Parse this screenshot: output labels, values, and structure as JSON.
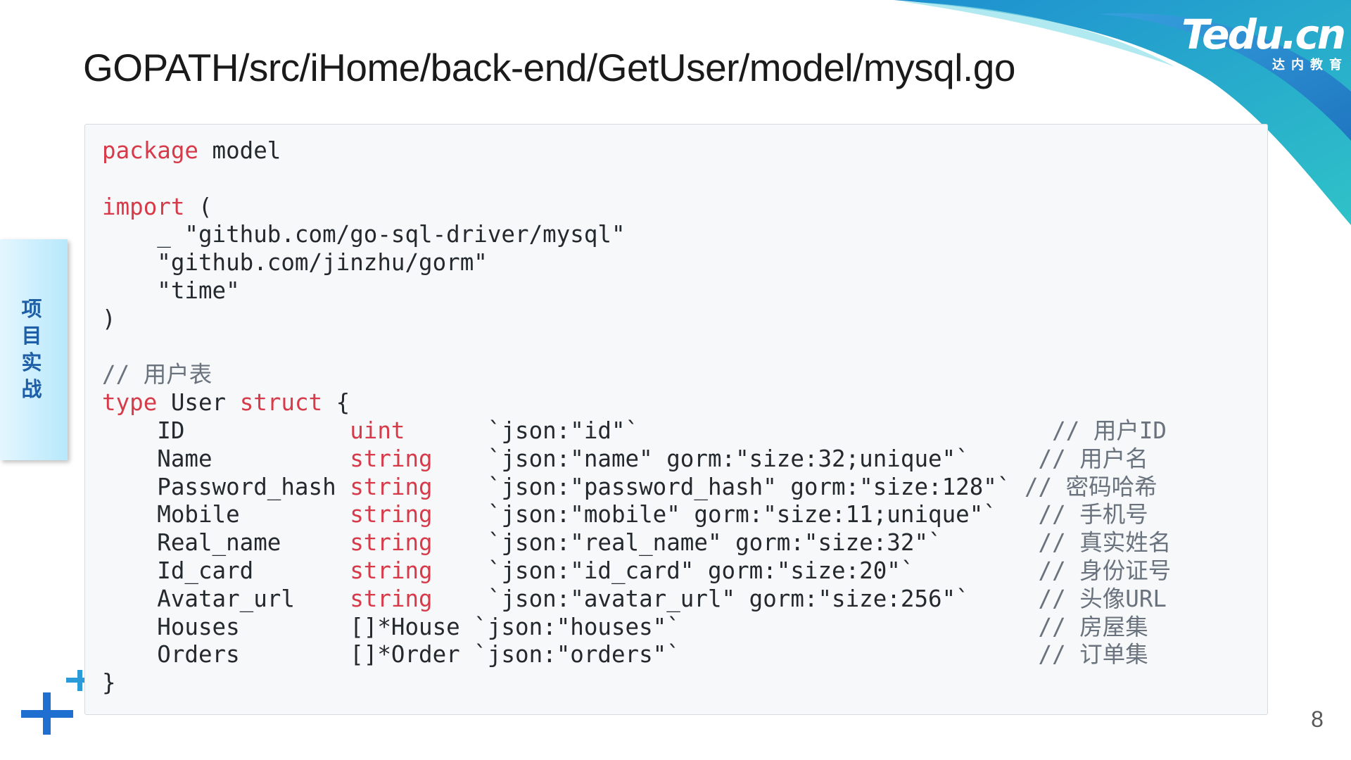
{
  "slide": {
    "title": "GOPATH/src/iHome/back-end/GetUser/model/mysql.go",
    "page_number": "8",
    "side_tab": "项目实战",
    "logo": {
      "main": "Tedu.cn",
      "sub": "达内教育"
    }
  },
  "code": {
    "lines": [
      [
        {
          "t": "package",
          "c": "kw"
        },
        {
          "t": " model",
          "c": "p"
        }
      ],
      [],
      [
        {
          "t": "import",
          "c": "kw"
        },
        {
          "t": " (",
          "c": "p"
        }
      ],
      [
        {
          "t": "    _ \"github.com/go-sql-driver/mysql\"",
          "c": "p"
        }
      ],
      [
        {
          "t": "    \"github.com/jinzhu/gorm\"",
          "c": "p"
        }
      ],
      [
        {
          "t": "    \"time\"",
          "c": "p"
        }
      ],
      [
        {
          "t": ")",
          "c": "p"
        }
      ],
      [],
      [
        {
          "t": "// 用户表",
          "c": "cm"
        }
      ],
      [
        {
          "t": "type",
          "c": "kw"
        },
        {
          "t": " User ",
          "c": "p"
        },
        {
          "t": "struct",
          "c": "kw"
        },
        {
          "t": " {",
          "c": "p"
        }
      ],
      [
        {
          "t": "    ID            ",
          "c": "p"
        },
        {
          "t": "uint     ",
          "c": "ty"
        },
        {
          "t": " `json:\"id\"`                              ",
          "c": "p"
        },
        {
          "t": "// 用户ID",
          "c": "cm"
        }
      ],
      [
        {
          "t": "    Name          ",
          "c": "p"
        },
        {
          "t": "string   ",
          "c": "ty"
        },
        {
          "t": " `json:\"name\" gorm:\"size:32;unique\"`     ",
          "c": "p"
        },
        {
          "t": "// 用户名",
          "c": "cm"
        }
      ],
      [
        {
          "t": "    Password_hash ",
          "c": "p"
        },
        {
          "t": "string   ",
          "c": "ty"
        },
        {
          "t": " `json:\"password_hash\" gorm:\"size:128\"` ",
          "c": "p"
        },
        {
          "t": "// 密码哈希",
          "c": "cm"
        }
      ],
      [
        {
          "t": "    Mobile        ",
          "c": "p"
        },
        {
          "t": "string   ",
          "c": "ty"
        },
        {
          "t": " `json:\"mobile\" gorm:\"size:11;unique\"`   ",
          "c": "p"
        },
        {
          "t": "// 手机号",
          "c": "cm"
        }
      ],
      [
        {
          "t": "    Real_name     ",
          "c": "p"
        },
        {
          "t": "string   ",
          "c": "ty"
        },
        {
          "t": " `json:\"real_name\" gorm:\"size:32\"`       ",
          "c": "p"
        },
        {
          "t": "// 真实姓名",
          "c": "cm"
        }
      ],
      [
        {
          "t": "    Id_card       ",
          "c": "p"
        },
        {
          "t": "string   ",
          "c": "ty"
        },
        {
          "t": " `json:\"id_card\" gorm:\"size:20\"`         ",
          "c": "p"
        },
        {
          "t": "// 身份证号",
          "c": "cm"
        }
      ],
      [
        {
          "t": "    Avatar_url    ",
          "c": "p"
        },
        {
          "t": "string   ",
          "c": "ty"
        },
        {
          "t": " `json:\"avatar_url\" gorm:\"size:256\"`     ",
          "c": "p"
        },
        {
          "t": "// 头像URL",
          "c": "cm"
        }
      ],
      [
        {
          "t": "    Houses        []*House `json:\"houses\"`                          ",
          "c": "p"
        },
        {
          "t": "// 房屋集",
          "c": "cm"
        }
      ],
      [
        {
          "t": "    Orders        []*Order `json:\"orders\"`                          ",
          "c": "p"
        },
        {
          "t": "// 订单集",
          "c": "cm"
        }
      ],
      [
        {
          "t": "}",
          "c": "p"
        }
      ]
    ]
  }
}
